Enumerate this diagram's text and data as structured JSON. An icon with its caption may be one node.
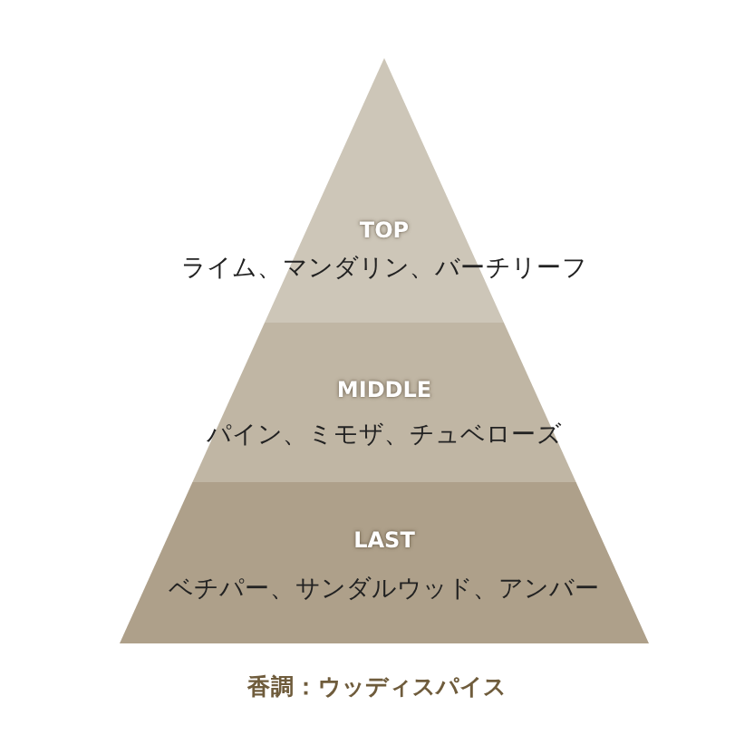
{
  "diagram": {
    "caption": "香調：ウッディスパイス",
    "nodes": [
      {
        "text": [
          "TOP",
          "ライム、マンダリン、バーチリーフ"
        ]
      },
      {
        "text": [
          "MIDDLE",
          "パイン、ミモザ、チュベローズ"
        ]
      },
      {
        "text": [
          "LAST",
          "ベチパー、サンダルウッド、アンバー"
        ]
      }
    ]
  }
}
